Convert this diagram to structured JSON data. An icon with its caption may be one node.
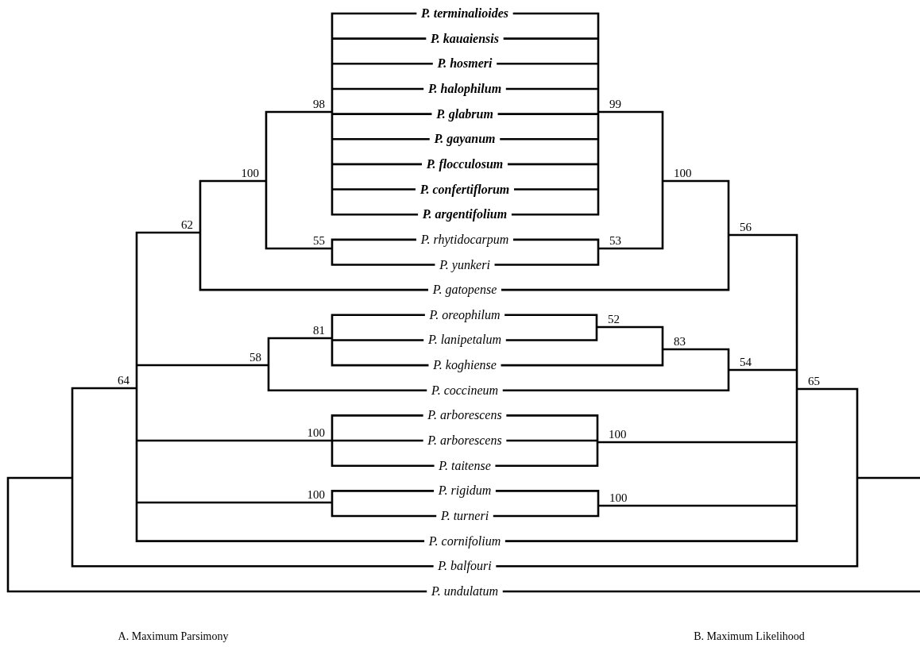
{
  "diagram": {
    "labels": [
      "P. terminalioides",
      "P. kauaiensis",
      "P. hosmeri",
      "P. halophilum",
      "P. glabrum",
      "P. gayanum",
      "P. flocculosum",
      "P. confertiflorum",
      "P. argentifolium",
      "P. rhytidocarpum",
      "P. yunkeri",
      "P. gatopense",
      "P. oreophilum",
      "P. lanipetalum",
      "P. koghiense",
      "P. coccineum",
      "P. arborescens",
      "P. arborescens",
      "P. taitense",
      "P. rigidum",
      "P. turneri",
      "P. cornifolium",
      "P. balfouri",
      "P. undulatum",
      "98",
      "100",
      "62",
      "55",
      "81",
      "58",
      "100",
      "100",
      "64",
      "99",
      "100",
      "56",
      "53",
      "52",
      "83",
      "54",
      "65",
      "100",
      "100",
      "A. Maximum Parsimony",
      "B. Maximum Likelihood"
    ]
  }
}
